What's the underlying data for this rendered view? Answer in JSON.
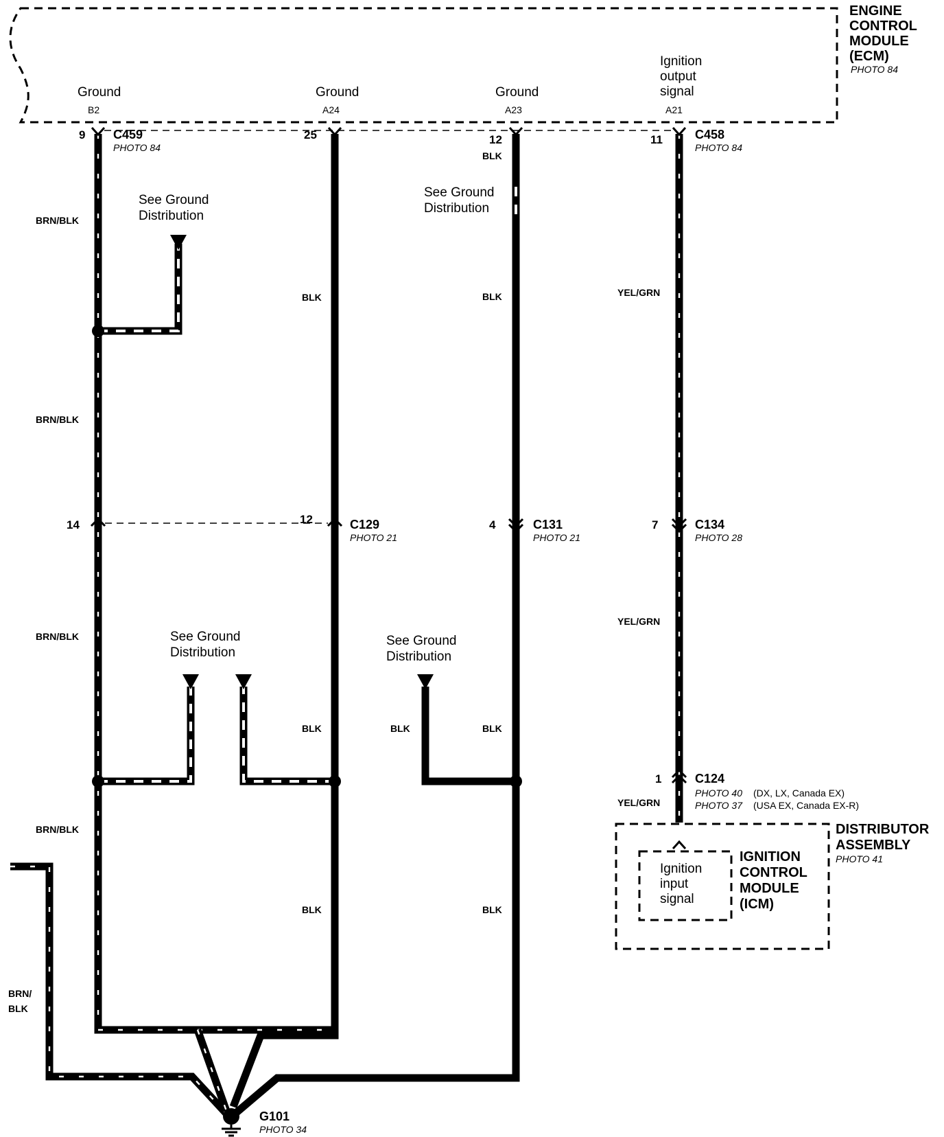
{
  "ecm": {
    "title_lines": [
      "ENGINE",
      "CONTROL",
      "MODULE",
      "(ECM)"
    ],
    "photo": "PHOTO 84",
    "terminals": [
      {
        "function": "Ground",
        "pin": "B2"
      },
      {
        "function": "Ground",
        "pin": "A24"
      },
      {
        "function": "Ground",
        "pin": "A23"
      },
      {
        "function_lines": [
          "Ignition",
          "output",
          "signal"
        ],
        "pin": "A21"
      }
    ]
  },
  "connectors": {
    "c459": {
      "name": "C459",
      "photo": "PHOTO 84",
      "pin_left": "9",
      "pin_a24": "25"
    },
    "c458": {
      "name": "C458",
      "photo": "PHOTO 84",
      "pin_a23": "12",
      "pin_a21": "11"
    },
    "c129": {
      "name": "C129",
      "photo": "PHOTO 21",
      "pin_left": "14",
      "pin": "12"
    },
    "c131": {
      "name": "C131",
      "photo": "PHOTO 21",
      "pin": "4"
    },
    "c134": {
      "name": "C134",
      "photo": "PHOTO 28",
      "pin": "7"
    },
    "c124": {
      "name": "C124",
      "pin": "1",
      "photo_1": "PHOTO 40",
      "photo_1_note": "(DX, LX, Canada EX)",
      "photo_2": "PHOTO 37",
      "photo_2_note": "(USA EX, Canada EX-R)"
    }
  },
  "wire_colors": {
    "brn_blk": "BRN/BLK",
    "blk": "BLK",
    "yel_grn": "YEL/GRN",
    "brn": "BRN/",
    "blk2": "BLK"
  },
  "see_ground": [
    "See Ground",
    "Distribution"
  ],
  "ground": {
    "name": "G101",
    "photo": "PHOTO 34"
  },
  "distributor": {
    "title_lines": [
      "DISTRIBUTOR",
      "ASSEMBLY"
    ],
    "photo": "PHOTO 41"
  },
  "icm": {
    "title_lines": [
      "IGNITION",
      "CONTROL",
      "MODULE",
      "(ICM)"
    ],
    "input_lines": [
      "Ignition",
      "input",
      "signal"
    ]
  }
}
